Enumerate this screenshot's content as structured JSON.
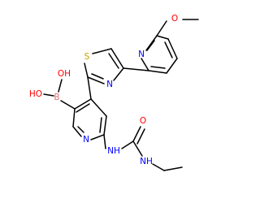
{
  "molecule": {
    "colors": {
      "bond": "#000000",
      "N": "#0000FF",
      "O": "#FF0000",
      "S": "#C8A000",
      "B": "#E07070",
      "background": "#FFFFFF"
    },
    "labels": {
      "methoxy_o": "O",
      "pyridine_top_n": "N",
      "thiazole_s": "S",
      "thiazole_n": "N",
      "boron": "B",
      "boron_oh_upper": "OH",
      "boron_oh_lower": "HO",
      "pyridine_main_n": "N",
      "urea_nh_left": "NH",
      "urea_o": "O",
      "urea_nh_right": "NH"
    }
  }
}
